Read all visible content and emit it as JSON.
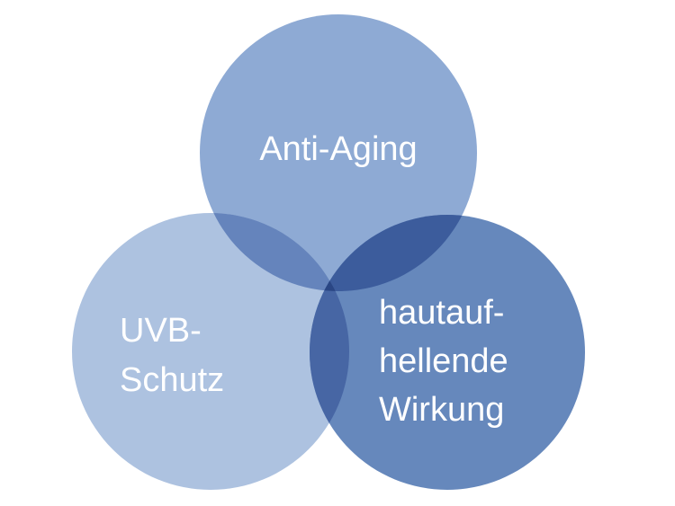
{
  "diagram": {
    "type": "venn",
    "sets": [
      {
        "label": "Anti-Aging",
        "lines": [
          "Anti-Aging"
        ],
        "color": "#8eaad4"
      },
      {
        "label": "UVB-Schutz",
        "lines": [
          "UVB-",
          "Schutz"
        ],
        "color": "#adc2e0"
      },
      {
        "label": "hautaufhellende Wirkung",
        "lines": [
          "hautauf-",
          "hellende",
          "Wirkung"
        ],
        "color": "#6688bc"
      }
    ],
    "overlap_colors": {
      "anti_uvb": "#6584bc",
      "anti_haut": "#3c5c9c",
      "uvb_haut": "#4766a4",
      "all": "#2a4684"
    }
  }
}
